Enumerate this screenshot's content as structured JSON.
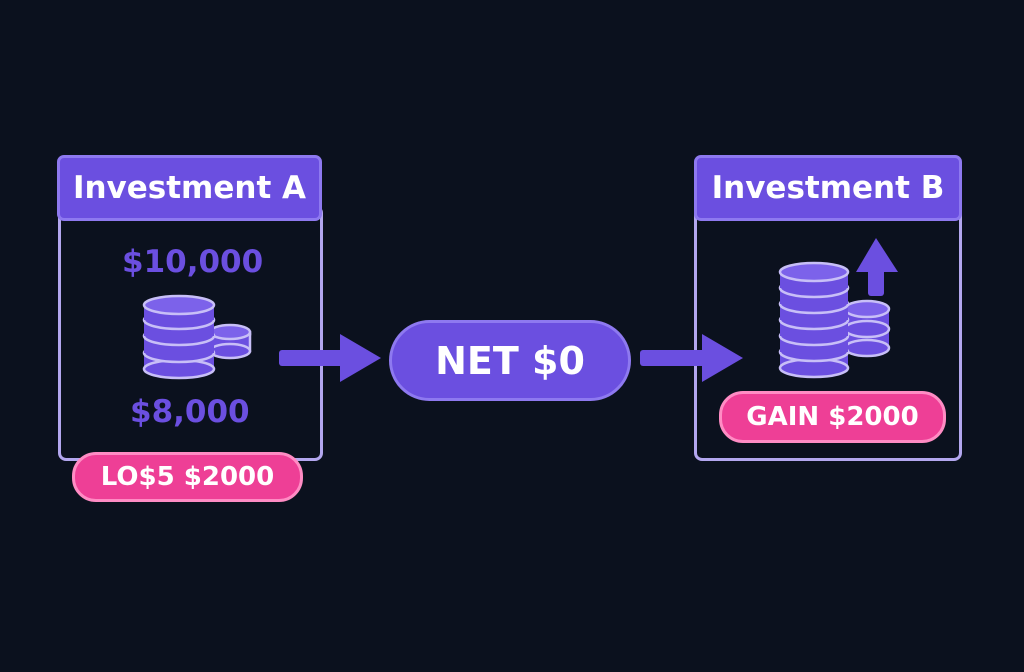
{
  "investment_a": {
    "title": "Investment A",
    "initial_amount": "$10,000",
    "final_amount": "$8,000",
    "result_label": "LO$5 $2000"
  },
  "investment_b": {
    "title": "Investment B",
    "result_label": "GAIN $2000"
  },
  "net": {
    "label": "NET $0"
  },
  "icons": {
    "coin_stack_a": "coin-stack-icon",
    "coin_stack_b": "coin-stack-icon",
    "growth_arrow": "arrow-up-icon",
    "flow_arrow": "arrow-right-icon"
  },
  "colors": {
    "background": "#0b111e",
    "primary": "#6b4fe0",
    "accent": "#ee3f96",
    "frame": "#b3a7ef",
    "text": "#ffffff"
  }
}
